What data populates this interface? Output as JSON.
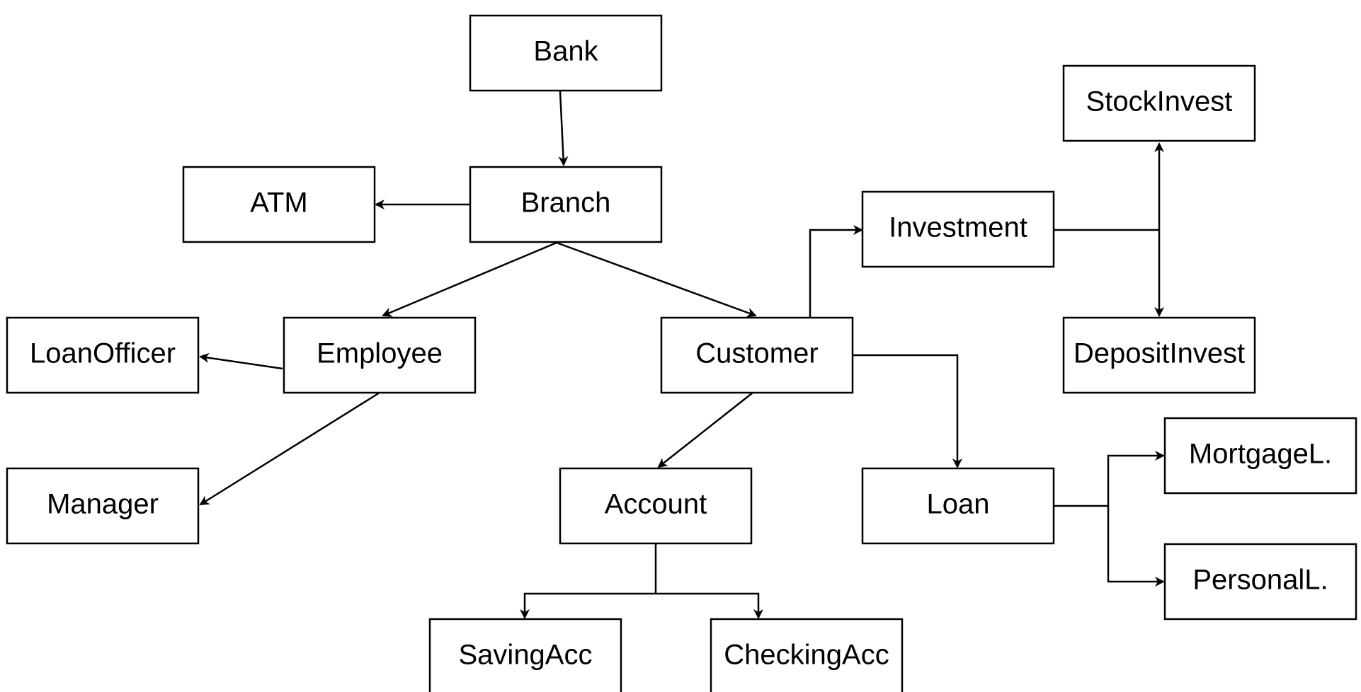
{
  "diagram": {
    "colors": {
      "background": "#ffffff",
      "stroke": "#000000",
      "text": "#000000"
    },
    "nodes": [
      {
        "id": "bank",
        "label": "Bank"
      },
      {
        "id": "branch",
        "label": "Branch"
      },
      {
        "id": "atm",
        "label": "ATM"
      },
      {
        "id": "employee",
        "label": "Employee"
      },
      {
        "id": "customer",
        "label": "Customer"
      },
      {
        "id": "loanofficer",
        "label": "LoanOfficer"
      },
      {
        "id": "manager",
        "label": "Manager"
      },
      {
        "id": "investment",
        "label": "Investment"
      },
      {
        "id": "stockinvest",
        "label": "StockInvest"
      },
      {
        "id": "depositinvest",
        "label": "DepositInvest"
      },
      {
        "id": "account",
        "label": "Account"
      },
      {
        "id": "loan",
        "label": "Loan"
      },
      {
        "id": "savingacc",
        "label": "SavingAcc"
      },
      {
        "id": "checkingacc",
        "label": "CheckingAcc"
      },
      {
        "id": "mortgagel",
        "label": "MortgageL."
      },
      {
        "id": "personall",
        "label": "PersonalL."
      }
    ],
    "edges": [
      {
        "from": "bank",
        "to": "branch"
      },
      {
        "from": "branch",
        "to": "atm"
      },
      {
        "from": "branch",
        "to": "employee"
      },
      {
        "from": "branch",
        "to": "customer"
      },
      {
        "from": "employee",
        "to": "loanofficer"
      },
      {
        "from": "employee",
        "to": "manager"
      },
      {
        "from": "customer",
        "to": "investment"
      },
      {
        "from": "customer",
        "to": "account"
      },
      {
        "from": "customer",
        "to": "loan"
      },
      {
        "from": "investment",
        "to": "stockinvest"
      },
      {
        "from": "investment",
        "to": "depositinvest"
      },
      {
        "from": "account",
        "to": "savingacc"
      },
      {
        "from": "account",
        "to": "checkingacc"
      },
      {
        "from": "loan",
        "to": "mortgagel"
      },
      {
        "from": "loan",
        "to": "personall"
      }
    ]
  }
}
